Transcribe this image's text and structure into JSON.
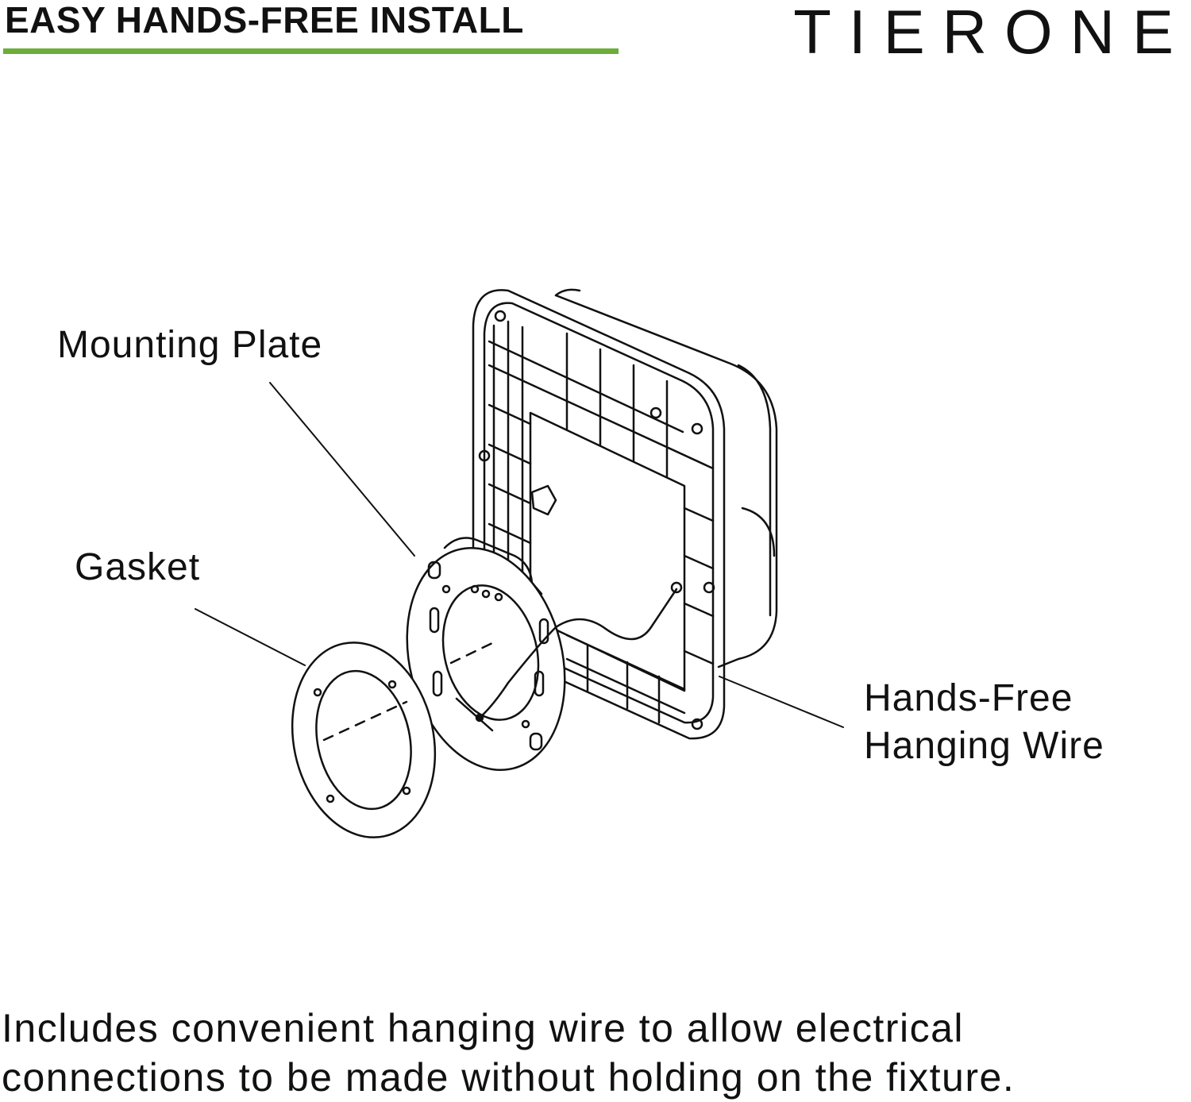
{
  "header": {
    "headline": "EASY HANDS-FREE INSTALL",
    "brand": "TIERONE",
    "rule_color": "#6dad3a"
  },
  "diagram": {
    "labels": {
      "mounting_plate": "Mounting Plate",
      "gasket": "Gasket",
      "hanging_wire_line1": "Hands-Free",
      "hanging_wire_line2": "Hanging Wire"
    }
  },
  "caption": {
    "line1": "Includes convenient hanging wire to allow electrical",
    "line2": "connections to be made without holding on the fixture."
  }
}
